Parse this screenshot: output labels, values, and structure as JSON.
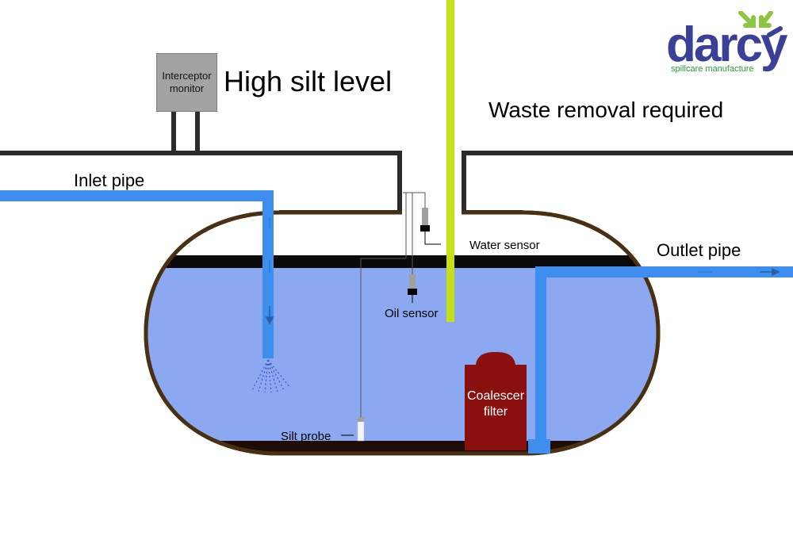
{
  "monitor": {
    "line1": "Interceptor",
    "line2": "monitor"
  },
  "status_title": "High silt level",
  "action_text": "Waste removal required",
  "labels": {
    "inlet_pipe": "Inlet pipe",
    "outlet_pipe": "Outlet pipe",
    "water_sensor": "Water sensor",
    "oil_sensor": "Oil sensor",
    "silt_probe": "Silt probe",
    "coalescer_line1": "Coalescer",
    "coalescer_line2": "filter"
  },
  "logo": {
    "word": "darcy",
    "tagline": "spillcare manufacture",
    "word_color": "#3a3f97",
    "tagline_color": "#2e9a3a",
    "arrow_green": "#8cc63f",
    "arrow_blue": "#3a3f97"
  },
  "colors": {
    "water": "#8ba8f0",
    "pipe": "#3d8eef",
    "tank_wall": "#4a3013",
    "surface_layer": "#0a0a0a",
    "silt_layer": "#1e0c06",
    "vent_pipe": "#c5e015",
    "filter": "#8a1010",
    "monitor": "#a3a3a3",
    "ground_line": "#2b2b2b"
  }
}
